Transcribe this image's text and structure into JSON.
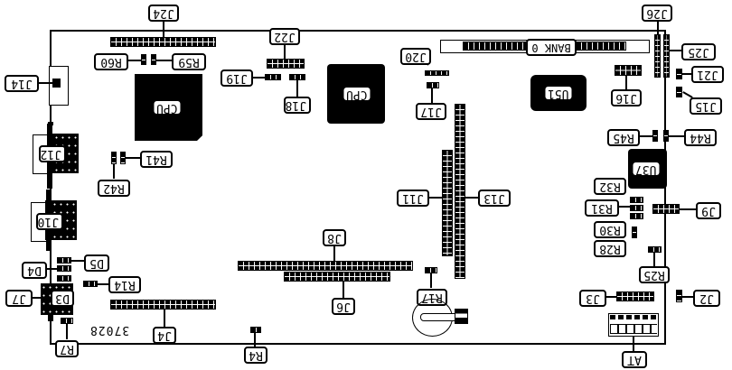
{
  "diagram": {
    "type": "motherboard-layout",
    "orientation": "rotated-180",
    "board_id": "37028",
    "labels": {
      "J24": "J24",
      "J22": "J22",
      "J26": "J26",
      "J25": "J25",
      "J21": "J21",
      "J20": "J20",
      "J19": "J19",
      "J18": "J18",
      "J17": "J17",
      "J16": "J16",
      "J15": "J15",
      "J14": "J14",
      "J13": "J13",
      "J12": "J12",
      "J11": "J11",
      "J10": "J10",
      "J9": "J9",
      "J8": "J8",
      "J7": "J7",
      "J6": "J6",
      "J4": "J4",
      "J3": "J3",
      "J2": "J2",
      "AT": "AT",
      "R60": "R60",
      "R59": "R59",
      "R45": "R45",
      "R44": "R44",
      "R42": "R42",
      "R41": "R41",
      "R32": "R32",
      "R31": "R31",
      "R30": "R30",
      "R28": "R28",
      "R25": "R25",
      "R17": "R17",
      "R14": "R14",
      "R7": "R7",
      "R4": "R4",
      "D5": "D5",
      "D4": "D4",
      "D3": "D3",
      "U51": "U51",
      "U37": "U37",
      "CPU_socket": "CPU",
      "CPU_chip": "CPU",
      "BANK0": "BANK 0"
    },
    "colors": {
      "ink": "#000000",
      "paper": "#ffffff"
    }
  }
}
